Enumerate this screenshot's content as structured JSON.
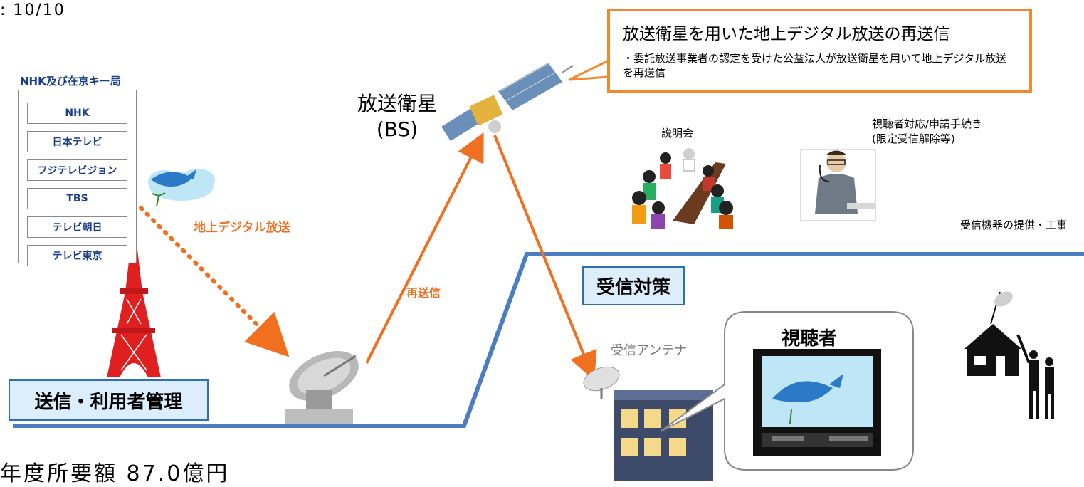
{
  "header": {
    "rate_text": ": 10/10"
  },
  "budget": {
    "text": "年度所要額 87.0億円"
  },
  "callout": {
    "title": "放送衛星を用いた地上デジタル放送の再送信",
    "description": "・委託放送事業者の認定を受けた公益法人が放送衛星を用いて地上デジタル放送を再送信"
  },
  "stations": {
    "title": "NHK及び在京キー局",
    "items": [
      "NHK",
      "日本テレビ",
      "フジテレビジョン",
      "TBS",
      "テレビ朝日",
      "テレビ東京"
    ]
  },
  "satellite": {
    "name": "放送衛星",
    "abbr": "(BS)"
  },
  "labels": {
    "terrestrial": "地上デジタル放送",
    "resend": "再送信",
    "meeting": "説明会",
    "support_line1": "視聴者対応/申請手続き",
    "support_line2": "(限定受信解除等)",
    "equipment": "受信機器の提供・工事",
    "antenna": "受信アンテナ",
    "viewer": "視聴者"
  },
  "tags": {
    "send": "送信・利用者管理",
    "receive": "受信対策"
  },
  "colors": {
    "accent_orange": "#f08a2c",
    "line_blue": "#4a7ec0",
    "tag_fill": "#dceefc",
    "station_text": "#1a3f8a",
    "tower_red": "#e02020"
  }
}
